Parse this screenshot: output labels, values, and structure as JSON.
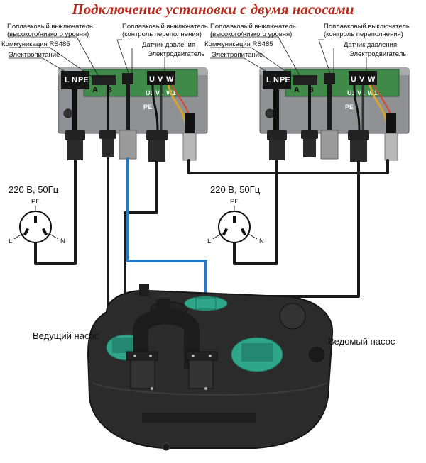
{
  "title": "Подключение установки с двумя насосами",
  "panels": [
    {
      "float_switch_level": "Поплавковый выключатель",
      "float_switch_level_sub": "(высокого/низкого уровня)",
      "rs485": "Коммуникация RS485",
      "power": "Электропитание",
      "float_switch_overflow": "Поплавковый выключатель",
      "float_switch_overflow_sub": "(контроль переполнения)",
      "pressure_sensor": "Датчик давления",
      "motor": "Электродвигатель"
    },
    {
      "float_switch_level": "Поплавковый выключатель",
      "float_switch_level_sub": "(высокого/низкого уровня)",
      "rs485": "Коммуникация RS485",
      "power": "Электропитание",
      "float_switch_overflow": "Поплавковый выключатель",
      "float_switch_overflow_sub": "(контроль переполнения)",
      "pressure_sensor": "Датчик давления",
      "motor": "Электродвигатель"
    }
  ],
  "terminals": {
    "l": "L",
    "n": "N",
    "pe": "PE",
    "u": "U",
    "v": "V",
    "w": "W",
    "u1": "U1",
    "v1": "V1",
    "w1": "W1",
    "a": "A",
    "b": "B",
    "pe_board": "PE"
  },
  "supply": [
    {
      "voltage": "220 В, 50Гц",
      "pe": "PE",
      "l": "L",
      "n": "N"
    },
    {
      "voltage": "220 В, 50Гц",
      "pe": "PE",
      "l": "L",
      "n": "N"
    }
  ],
  "pumps": {
    "master": "Ведущий насос",
    "slave": "Ведомый насос"
  },
  "colors": {
    "title": "#b52a1c",
    "blue_cable": "#2a77c2",
    "black_cable": "#1a1a1a",
    "pump_body": "#2b2b2b",
    "pump_green": "#2fa58a",
    "box_body": "#8e9094",
    "pcb": "#3f8a48"
  }
}
